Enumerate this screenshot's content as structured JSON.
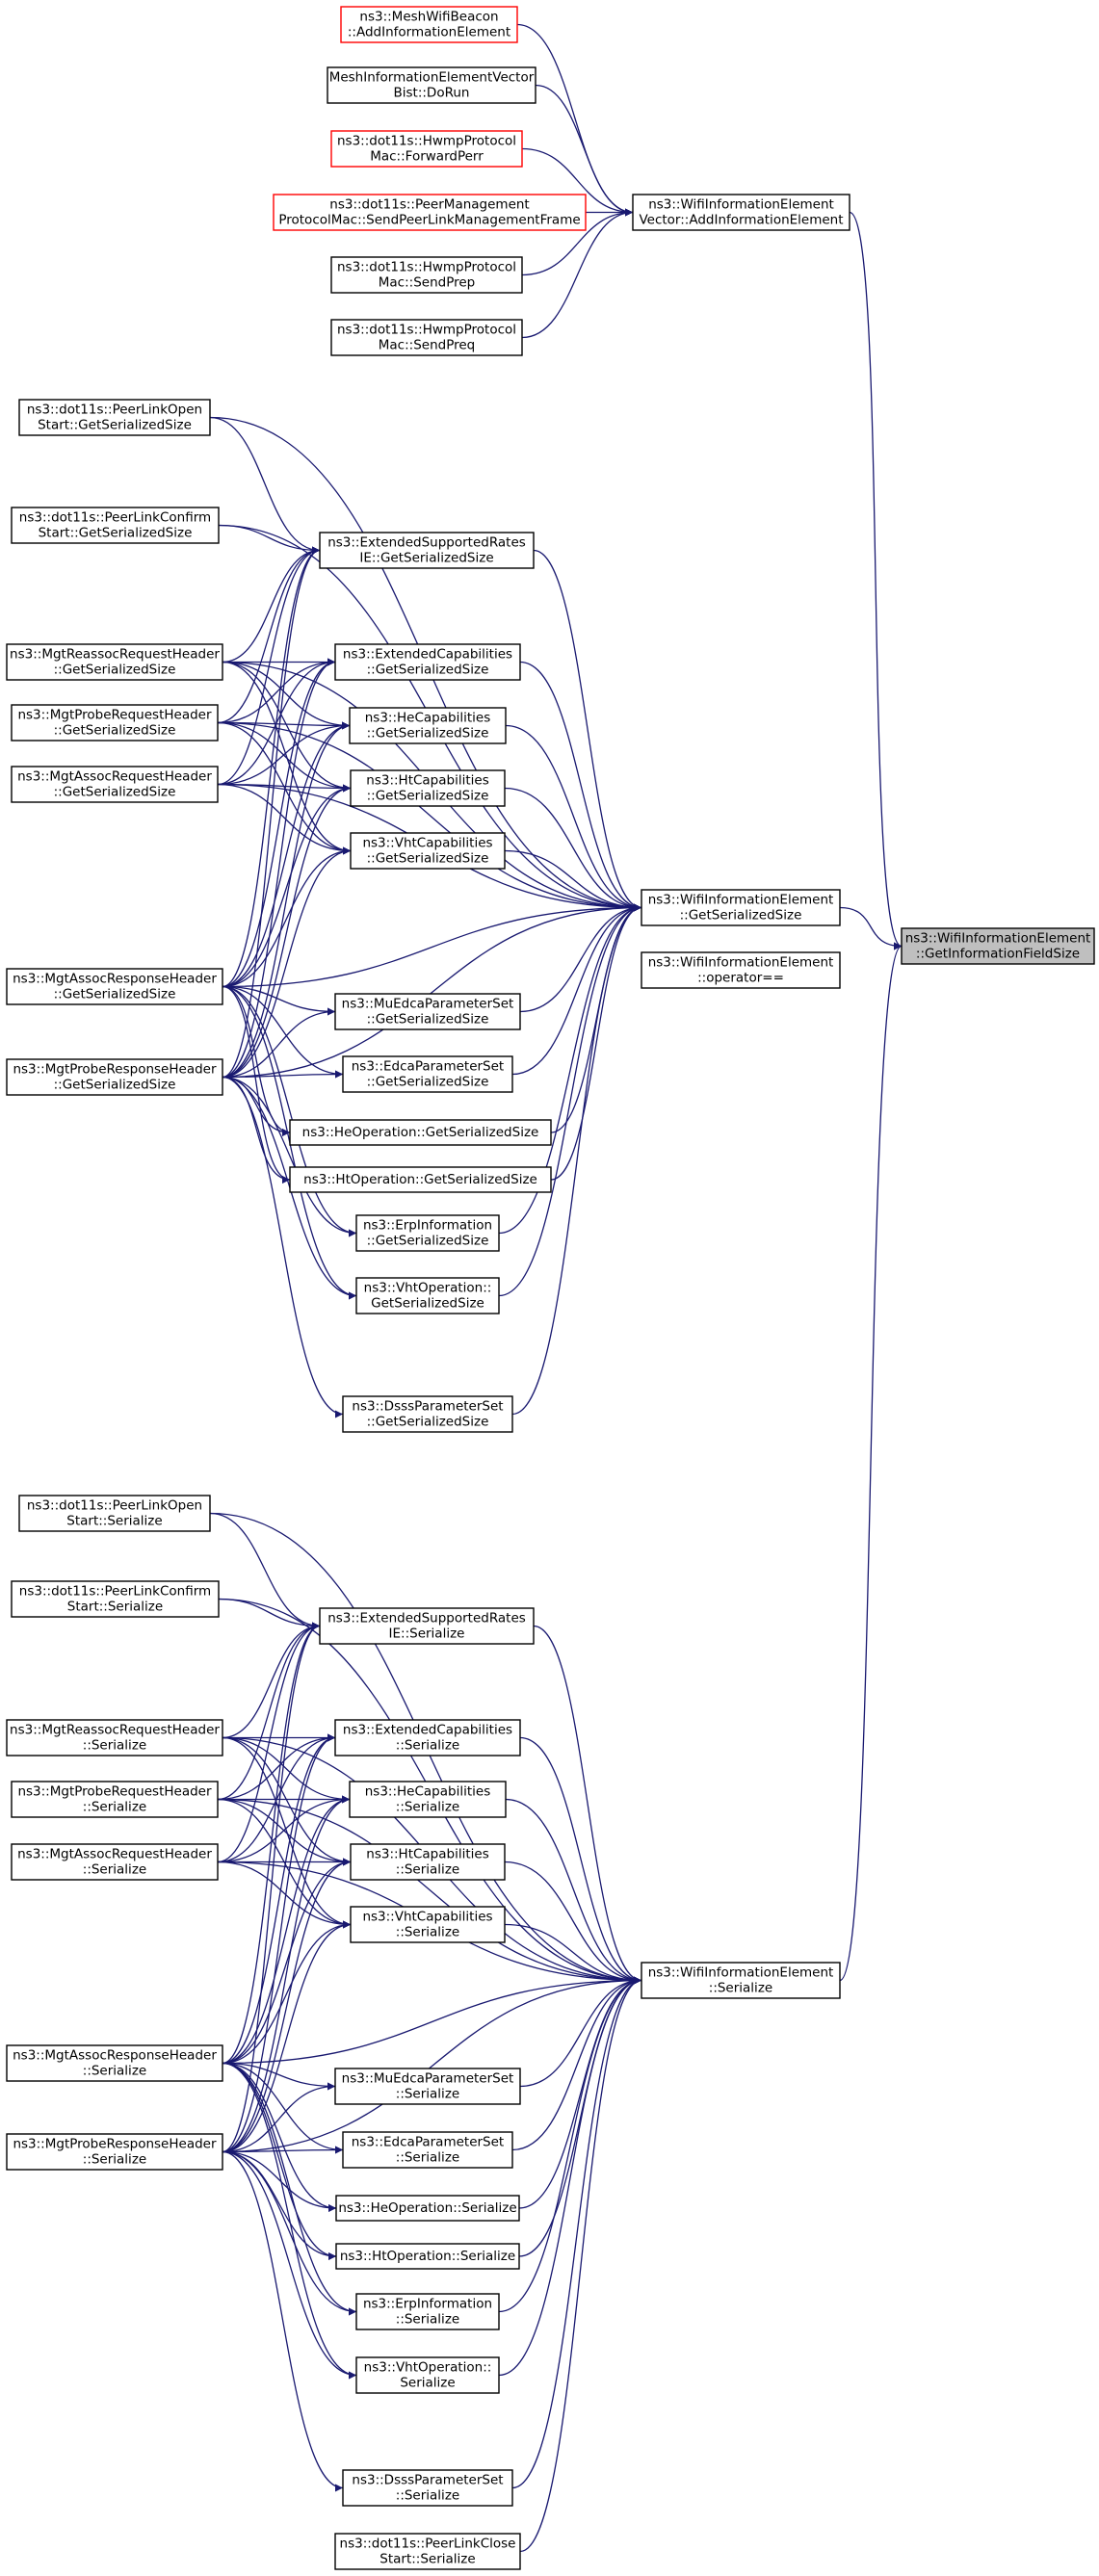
{
  "nodes": [
    {
      "id": "target",
      "lines": [
        "ns3::WifiInformationElement",
        "::GetInformationFieldSize"
      ],
      "border": "focus"
    },
    {
      "id": "gss",
      "lines": [
        "ns3::WifiInformationElement",
        "::GetSerializedSize"
      ],
      "border": "black"
    },
    {
      "id": "oper",
      "lines": [
        "ns3::WifiInformationElement",
        "::operator=="
      ],
      "border": "black"
    },
    {
      "id": "addie",
      "lines": [
        "ns3::WifiInformationElement",
        "Vector::AddInformationElement"
      ],
      "border": "black"
    },
    {
      "id": "beacon",
      "lines": [
        "ns3::MeshWifiBeacon",
        "::AddInformationElement"
      ],
      "border": "red"
    },
    {
      "id": "bist",
      "lines": [
        "MeshInformationElementVector",
        "Bist::DoRun"
      ],
      "border": "black"
    },
    {
      "id": "fperr",
      "lines": [
        "ns3::dot11s::HwmpProtocol",
        "Mac::ForwardPerr"
      ],
      "border": "red"
    },
    {
      "id": "sendplm",
      "lines": [
        "ns3::dot11s::PeerManagement",
        "ProtocolMac::SendPeerLinkManagementFrame"
      ],
      "border": "red"
    },
    {
      "id": "sprep",
      "lines": [
        "ns3::dot11s::HwmpProtocol",
        "Mac::SendPrep"
      ],
      "border": "black"
    },
    {
      "id": "spreq",
      "lines": [
        "ns3::dot11s::HwmpProtocol",
        "Mac::SendPreq"
      ],
      "border": "black"
    },
    {
      "id": "g_plo",
      "lines": [
        "ns3::dot11s::PeerLinkOpen",
        "Start::GetSerializedSize"
      ],
      "border": "black"
    },
    {
      "id": "g_plc",
      "lines": [
        "ns3::dot11s::PeerLinkConfirm",
        "Start::GetSerializedSize"
      ],
      "border": "black"
    },
    {
      "id": "g_reassoc",
      "lines": [
        "ns3::MgtReassocRequestHeader",
        "::GetSerializedSize"
      ],
      "border": "black"
    },
    {
      "id": "g_probereq",
      "lines": [
        "ns3::MgtProbeRequestHeader",
        "::GetSerializedSize"
      ],
      "border": "black"
    },
    {
      "id": "g_assocreq",
      "lines": [
        "ns3::MgtAssocRequestHeader",
        "::GetSerializedSize"
      ],
      "border": "black"
    },
    {
      "id": "g_assocresp",
      "lines": [
        "ns3::MgtAssocResponseHeader",
        "::GetSerializedSize"
      ],
      "border": "black"
    },
    {
      "id": "g_proberesp",
      "lines": [
        "ns3::MgtProbeResponseHeader",
        "::GetSerializedSize"
      ],
      "border": "black"
    },
    {
      "id": "g_esr",
      "lines": [
        "ns3::ExtendedSupportedRates",
        "IE::GetSerializedSize"
      ],
      "border": "black"
    },
    {
      "id": "g_ecap",
      "lines": [
        "ns3::ExtendedCapabilities",
        "::GetSerializedSize"
      ],
      "border": "black"
    },
    {
      "id": "g_hecap",
      "lines": [
        "ns3::HeCapabilities",
        "::GetSerializedSize"
      ],
      "border": "black"
    },
    {
      "id": "g_htcap",
      "lines": [
        "ns3::HtCapabilities",
        "::GetSerializedSize"
      ],
      "border": "black"
    },
    {
      "id": "g_vhtcap",
      "lines": [
        "ns3::VhtCapabilities",
        "::GetSerializedSize"
      ],
      "border": "black"
    },
    {
      "id": "g_muedca",
      "lines": [
        "ns3::MuEdcaParameterSet",
        "::GetSerializedSize"
      ],
      "border": "black"
    },
    {
      "id": "g_edca",
      "lines": [
        "ns3::EdcaParameterSet",
        "::GetSerializedSize"
      ],
      "border": "black"
    },
    {
      "id": "g_heop",
      "lines": [
        "ns3::HeOperation::GetSerializedSize"
      ],
      "border": "black"
    },
    {
      "id": "g_htop",
      "lines": [
        "ns3::HtOperation::GetSerializedSize"
      ],
      "border": "black"
    },
    {
      "id": "g_erp",
      "lines": [
        "ns3::ErpInformation",
        "::GetSerializedSize"
      ],
      "border": "black"
    },
    {
      "id": "g_vhtop",
      "lines": [
        "ns3::VhtOperation::",
        "GetSerializedSize"
      ],
      "border": "black"
    },
    {
      "id": "g_dsss",
      "lines": [
        "ns3::DsssParameterSet",
        "::GetSerializedSize"
      ],
      "border": "black"
    },
    {
      "id": "ser",
      "lines": [
        "ns3::WifiInformationElement",
        "::Serialize"
      ],
      "border": "black"
    },
    {
      "id": "s_plo",
      "lines": [
        "ns3::dot11s::PeerLinkOpen",
        "Start::Serialize"
      ],
      "border": "black"
    },
    {
      "id": "s_plc",
      "lines": [
        "ns3::dot11s::PeerLinkConfirm",
        "Start::Serialize"
      ],
      "border": "black"
    },
    {
      "id": "s_reassoc",
      "lines": [
        "ns3::MgtReassocRequestHeader",
        "::Serialize"
      ],
      "border": "black"
    },
    {
      "id": "s_probereq",
      "lines": [
        "ns3::MgtProbeRequestHeader",
        "::Serialize"
      ],
      "border": "black"
    },
    {
      "id": "s_assocreq",
      "lines": [
        "ns3::MgtAssocRequestHeader",
        "::Serialize"
      ],
      "border": "black"
    },
    {
      "id": "s_assocresp",
      "lines": [
        "ns3::MgtAssocResponseHeader",
        "::Serialize"
      ],
      "border": "black"
    },
    {
      "id": "s_proberesp",
      "lines": [
        "ns3::MgtProbeResponseHeader",
        "::Serialize"
      ],
      "border": "black"
    },
    {
      "id": "s_esr",
      "lines": [
        "ns3::ExtendedSupportedRates",
        "IE::Serialize"
      ],
      "border": "black"
    },
    {
      "id": "s_ecap",
      "lines": [
        "ns3::ExtendedCapabilities",
        "::Serialize"
      ],
      "border": "black"
    },
    {
      "id": "s_hecap",
      "lines": [
        "ns3::HeCapabilities",
        "::Serialize"
      ],
      "border": "black"
    },
    {
      "id": "s_htcap",
      "lines": [
        "ns3::HtCapabilities",
        "::Serialize"
      ],
      "border": "black"
    },
    {
      "id": "s_vhtcap",
      "lines": [
        "ns3::VhtCapabilities",
        "::Serialize"
      ],
      "border": "black"
    },
    {
      "id": "s_muedca",
      "lines": [
        "ns3::MuEdcaParameterSet",
        "::Serialize"
      ],
      "border": "black"
    },
    {
      "id": "s_edca",
      "lines": [
        "ns3::EdcaParameterSet",
        "::Serialize"
      ],
      "border": "black"
    },
    {
      "id": "s_heop",
      "lines": [
        "ns3::HeOperation::Serialize"
      ],
      "border": "black"
    },
    {
      "id": "s_htop",
      "lines": [
        "ns3::HtOperation::Serialize"
      ],
      "border": "black"
    },
    {
      "id": "s_erp",
      "lines": [
        "ns3::ErpInformation",
        "::Serialize"
      ],
      "border": "black"
    },
    {
      "id": "s_vhtop",
      "lines": [
        "ns3::VhtOperation::",
        "Serialize"
      ],
      "border": "black"
    },
    {
      "id": "s_dsss",
      "lines": [
        "ns3::DsssParameterSet",
        "::Serialize"
      ],
      "border": "black"
    },
    {
      "id": "s_plclose",
      "lines": [
        "ns3::dot11s::PeerLinkClose",
        "Start::Serialize"
      ],
      "border": "black"
    }
  ],
  "edges": [
    [
      "gss",
      "target"
    ],
    [
      "addie",
      "target"
    ],
    [
      "ser",
      "target"
    ],
    [
      "beacon",
      "addie"
    ],
    [
      "bist",
      "addie"
    ],
    [
      "fperr",
      "addie"
    ],
    [
      "sendplm",
      "addie"
    ],
    [
      "sprep",
      "addie"
    ],
    [
      "spreq",
      "addie"
    ],
    [
      "g_plo",
      "gss"
    ],
    [
      "g_plc",
      "gss"
    ],
    [
      "g_reassoc",
      "gss"
    ],
    [
      "g_probereq",
      "gss"
    ],
    [
      "g_assocreq",
      "gss"
    ],
    [
      "g_assocresp",
      "gss"
    ],
    [
      "g_proberesp",
      "gss"
    ],
    [
      "g_esr",
      "gss"
    ],
    [
      "g_ecap",
      "gss"
    ],
    [
      "g_hecap",
      "gss"
    ],
    [
      "g_htcap",
      "gss"
    ],
    [
      "g_vhtcap",
      "gss"
    ],
    [
      "g_muedca",
      "gss"
    ],
    [
      "g_edca",
      "gss"
    ],
    [
      "g_heop",
      "gss"
    ],
    [
      "g_htop",
      "gss"
    ],
    [
      "g_erp",
      "gss"
    ],
    [
      "g_vhtop",
      "gss"
    ],
    [
      "g_dsss",
      "gss"
    ],
    [
      "g_plo",
      "g_esr"
    ],
    [
      "g_plc",
      "g_esr"
    ],
    [
      "g_reassoc",
      "g_esr"
    ],
    [
      "g_reassoc",
      "g_ecap"
    ],
    [
      "g_reassoc",
      "g_hecap"
    ],
    [
      "g_reassoc",
      "g_htcap"
    ],
    [
      "g_reassoc",
      "g_vhtcap"
    ],
    [
      "g_probereq",
      "g_esr"
    ],
    [
      "g_probereq",
      "g_ecap"
    ],
    [
      "g_probereq",
      "g_hecap"
    ],
    [
      "g_probereq",
      "g_htcap"
    ],
    [
      "g_probereq",
      "g_vhtcap"
    ],
    [
      "g_assocreq",
      "g_esr"
    ],
    [
      "g_assocreq",
      "g_ecap"
    ],
    [
      "g_assocreq",
      "g_hecap"
    ],
    [
      "g_assocreq",
      "g_htcap"
    ],
    [
      "g_assocreq",
      "g_vhtcap"
    ],
    [
      "g_assocresp",
      "g_esr"
    ],
    [
      "g_assocresp",
      "g_ecap"
    ],
    [
      "g_assocresp",
      "g_hecap"
    ],
    [
      "g_assocresp",
      "g_htcap"
    ],
    [
      "g_assocresp",
      "g_vhtcap"
    ],
    [
      "g_assocresp",
      "g_muedca"
    ],
    [
      "g_assocresp",
      "g_edca"
    ],
    [
      "g_assocresp",
      "g_heop"
    ],
    [
      "g_assocresp",
      "g_htop"
    ],
    [
      "g_assocresp",
      "g_erp"
    ],
    [
      "g_assocresp",
      "g_vhtop"
    ],
    [
      "g_proberesp",
      "g_esr"
    ],
    [
      "g_proberesp",
      "g_ecap"
    ],
    [
      "g_proberesp",
      "g_hecap"
    ],
    [
      "g_proberesp",
      "g_htcap"
    ],
    [
      "g_proberesp",
      "g_vhtcap"
    ],
    [
      "g_proberesp",
      "g_muedca"
    ],
    [
      "g_proberesp",
      "g_edca"
    ],
    [
      "g_proberesp",
      "g_heop"
    ],
    [
      "g_proberesp",
      "g_htop"
    ],
    [
      "g_proberesp",
      "g_erp"
    ],
    [
      "g_proberesp",
      "g_vhtop"
    ],
    [
      "g_proberesp",
      "g_dsss"
    ],
    [
      "s_plo",
      "ser"
    ],
    [
      "s_plc",
      "ser"
    ],
    [
      "s_reassoc",
      "ser"
    ],
    [
      "s_probereq",
      "ser"
    ],
    [
      "s_assocreq",
      "ser"
    ],
    [
      "s_assocresp",
      "ser"
    ],
    [
      "s_proberesp",
      "ser"
    ],
    [
      "s_esr",
      "ser"
    ],
    [
      "s_ecap",
      "ser"
    ],
    [
      "s_hecap",
      "ser"
    ],
    [
      "s_htcap",
      "ser"
    ],
    [
      "s_vhtcap",
      "ser"
    ],
    [
      "s_muedca",
      "ser"
    ],
    [
      "s_edca",
      "ser"
    ],
    [
      "s_heop",
      "ser"
    ],
    [
      "s_htop",
      "ser"
    ],
    [
      "s_erp",
      "ser"
    ],
    [
      "s_vhtop",
      "ser"
    ],
    [
      "s_dsss",
      "ser"
    ],
    [
      "s_plclose",
      "ser"
    ],
    [
      "s_plo",
      "s_esr"
    ],
    [
      "s_plc",
      "s_esr"
    ],
    [
      "s_reassoc",
      "s_esr"
    ],
    [
      "s_reassoc",
      "s_ecap"
    ],
    [
      "s_reassoc",
      "s_hecap"
    ],
    [
      "s_reassoc",
      "s_htcap"
    ],
    [
      "s_reassoc",
      "s_vhtcap"
    ],
    [
      "s_probereq",
      "s_esr"
    ],
    [
      "s_probereq",
      "s_ecap"
    ],
    [
      "s_probereq",
      "s_hecap"
    ],
    [
      "s_probereq",
      "s_htcap"
    ],
    [
      "s_probereq",
      "s_vhtcap"
    ],
    [
      "s_assocreq",
      "s_esr"
    ],
    [
      "s_assocreq",
      "s_ecap"
    ],
    [
      "s_assocreq",
      "s_hecap"
    ],
    [
      "s_assocreq",
      "s_htcap"
    ],
    [
      "s_assocreq",
      "s_vhtcap"
    ],
    [
      "s_assocresp",
      "s_esr"
    ],
    [
      "s_assocresp",
      "s_ecap"
    ],
    [
      "s_assocresp",
      "s_hecap"
    ],
    [
      "s_assocresp",
      "s_htcap"
    ],
    [
      "s_assocresp",
      "s_vhtcap"
    ],
    [
      "s_assocresp",
      "s_muedca"
    ],
    [
      "s_assocresp",
      "s_edca"
    ],
    [
      "s_assocresp",
      "s_heop"
    ],
    [
      "s_assocresp",
      "s_htop"
    ],
    [
      "s_assocresp",
      "s_erp"
    ],
    [
      "s_assocresp",
      "s_vhtop"
    ],
    [
      "s_proberesp",
      "s_esr"
    ],
    [
      "s_proberesp",
      "s_ecap"
    ],
    [
      "s_proberesp",
      "s_hecap"
    ],
    [
      "s_proberesp",
      "s_htcap"
    ],
    [
      "s_proberesp",
      "s_vhtcap"
    ],
    [
      "s_proberesp",
      "s_muedca"
    ],
    [
      "s_proberesp",
      "s_edca"
    ],
    [
      "s_proberesp",
      "s_heop"
    ],
    [
      "s_proberesp",
      "s_htop"
    ],
    [
      "s_proberesp",
      "s_erp"
    ],
    [
      "s_proberesp",
      "s_vhtop"
    ],
    [
      "s_proberesp",
      "s_dsss"
    ]
  ],
  "colors": {
    "edge": "#191970",
    "highlight_fill": "#bfbfbf",
    "red_border": "#ff0000"
  }
}
